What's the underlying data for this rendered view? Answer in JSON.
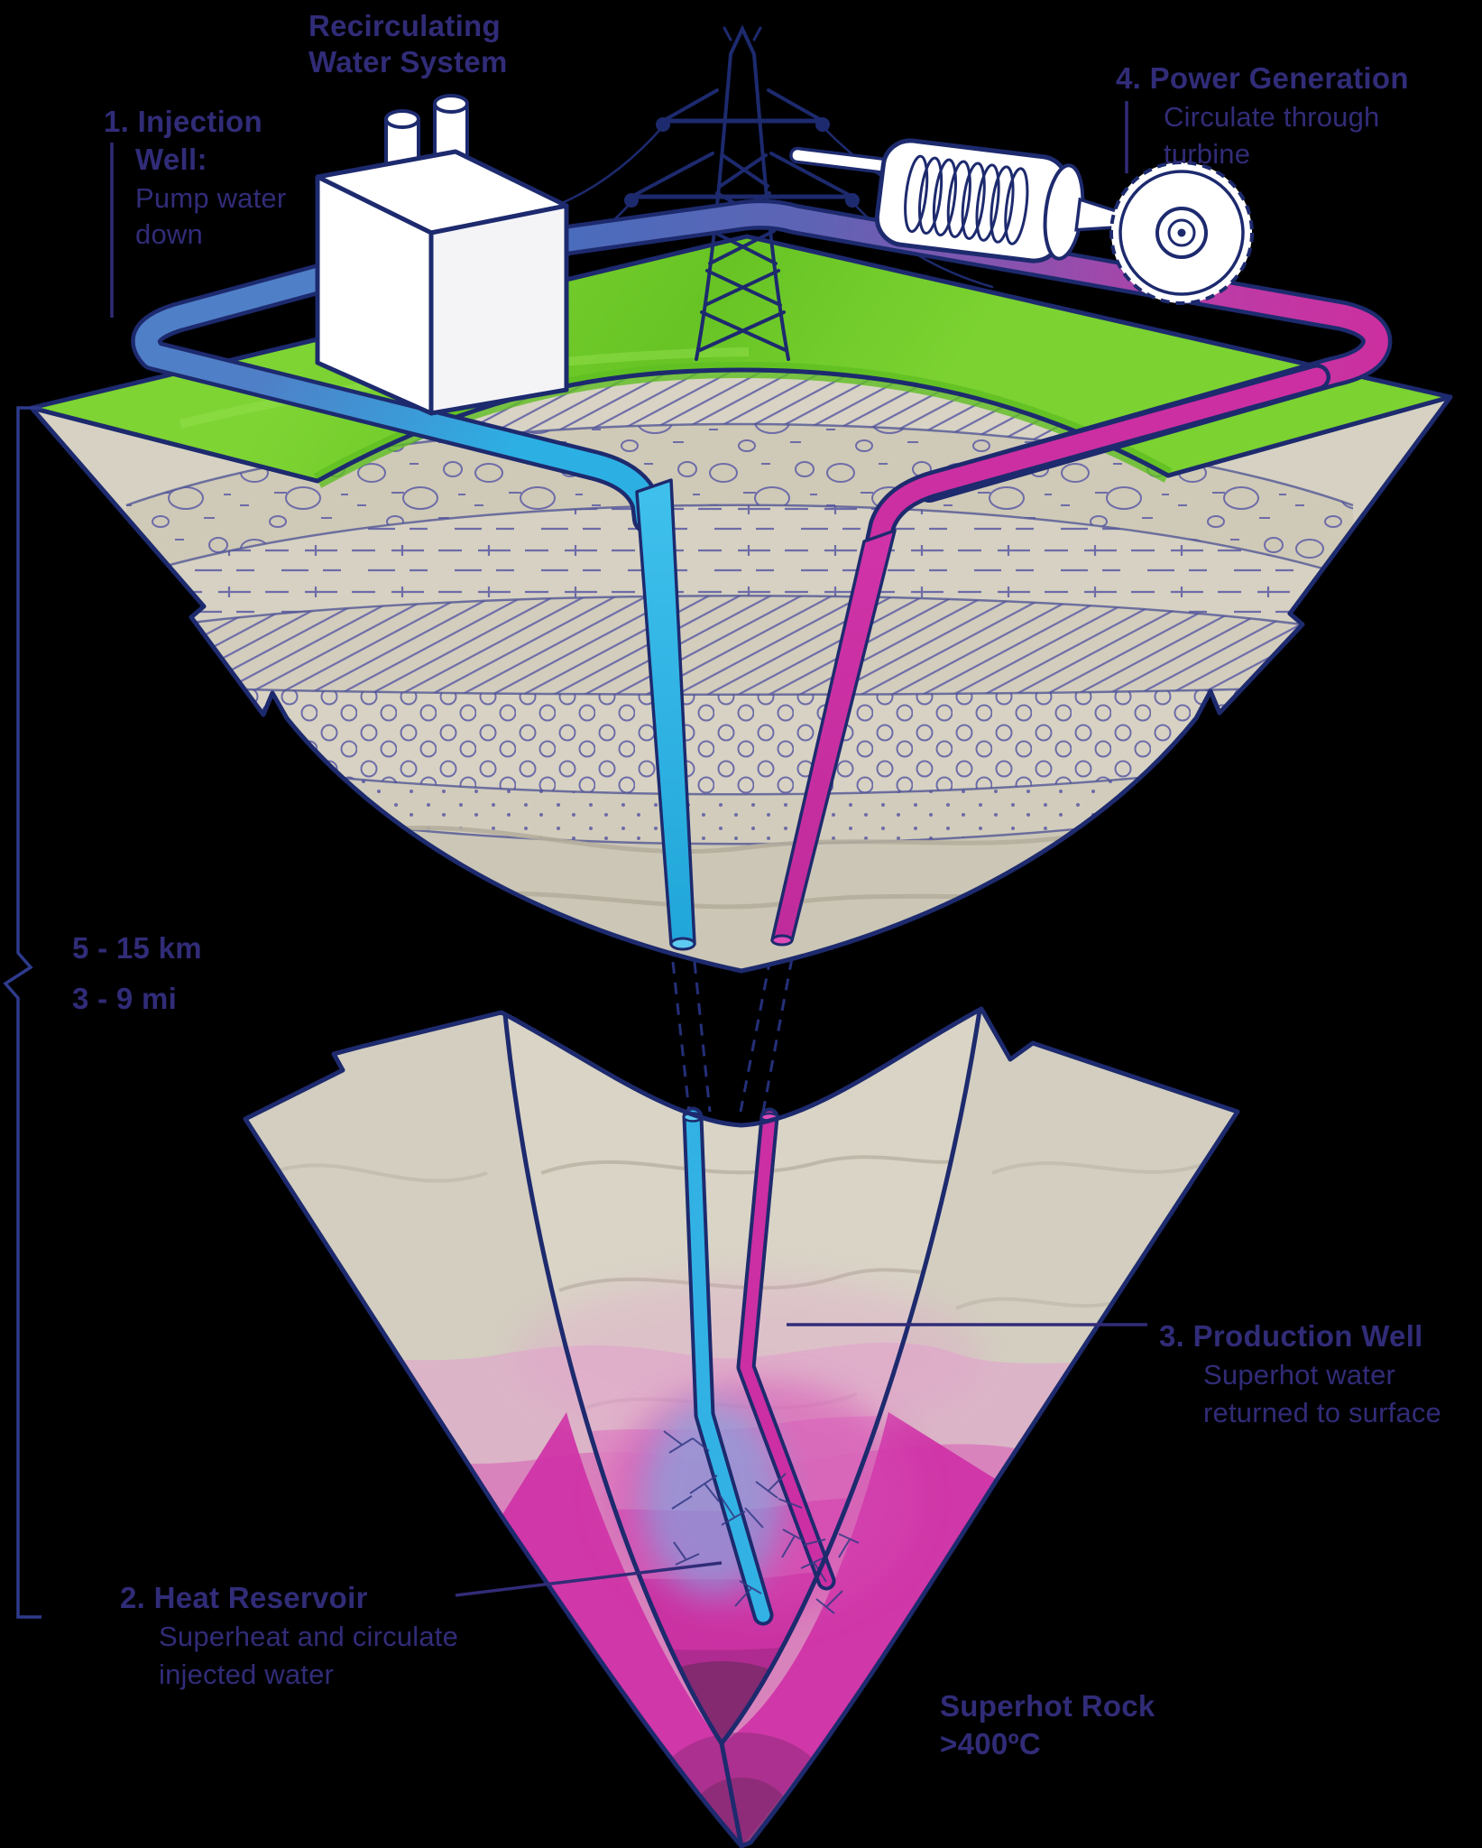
{
  "labels": {
    "recirculating_water_system": {
      "lines": [
        "Recirculating",
        "Water System"
      ]
    },
    "injection_well": {
      "lines": [
        "1. Injection",
        "Well:",
        "Pump water",
        "down"
      ]
    },
    "power_generation": {
      "lines": [
        "4. Power Generation",
        "Circulate through",
        "turbine"
      ]
    },
    "production_well": {
      "lines": [
        "3. Production Well",
        "Superhot water",
        "returned to surface"
      ]
    },
    "heat_reservoir": {
      "lines": [
        "2. Heat Reservoir",
        "Superheat and circulate",
        "injected water"
      ]
    },
    "superhot_rock": {
      "lines": [
        "Superhot Rock",
        ">400ºC"
      ]
    },
    "depth_scale": {
      "lines": [
        "5 - 15 km",
        "3 - 9 mi"
      ]
    }
  },
  "colors": {
    "background": "#000000",
    "label_text": "#312c78",
    "line_outline": "#1d2a6e",
    "injection_pipe_cyan": "#2db1e5",
    "production_pipe_magenta": "#cc2fa2",
    "recirculation_pipe_blue": "#4f7fc7",
    "grass_green": "#72cc29",
    "rock_beige": "#d2cdbe",
    "reservoir_magenta": "#cf31a6",
    "superhot_core_purple": "#7e2a6d"
  }
}
